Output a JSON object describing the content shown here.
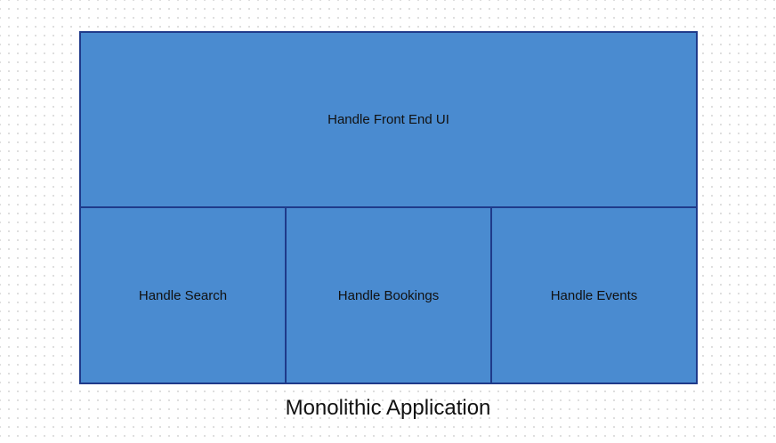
{
  "diagram": {
    "top_block": "Handle Front End UI",
    "bottom_blocks": [
      "Handle Search",
      "Handle Bookings",
      "Handle Events"
    ],
    "caption": "Monolithic Application"
  },
  "colors": {
    "fill": "#4a8bd0",
    "border": "#1f3a8a"
  }
}
